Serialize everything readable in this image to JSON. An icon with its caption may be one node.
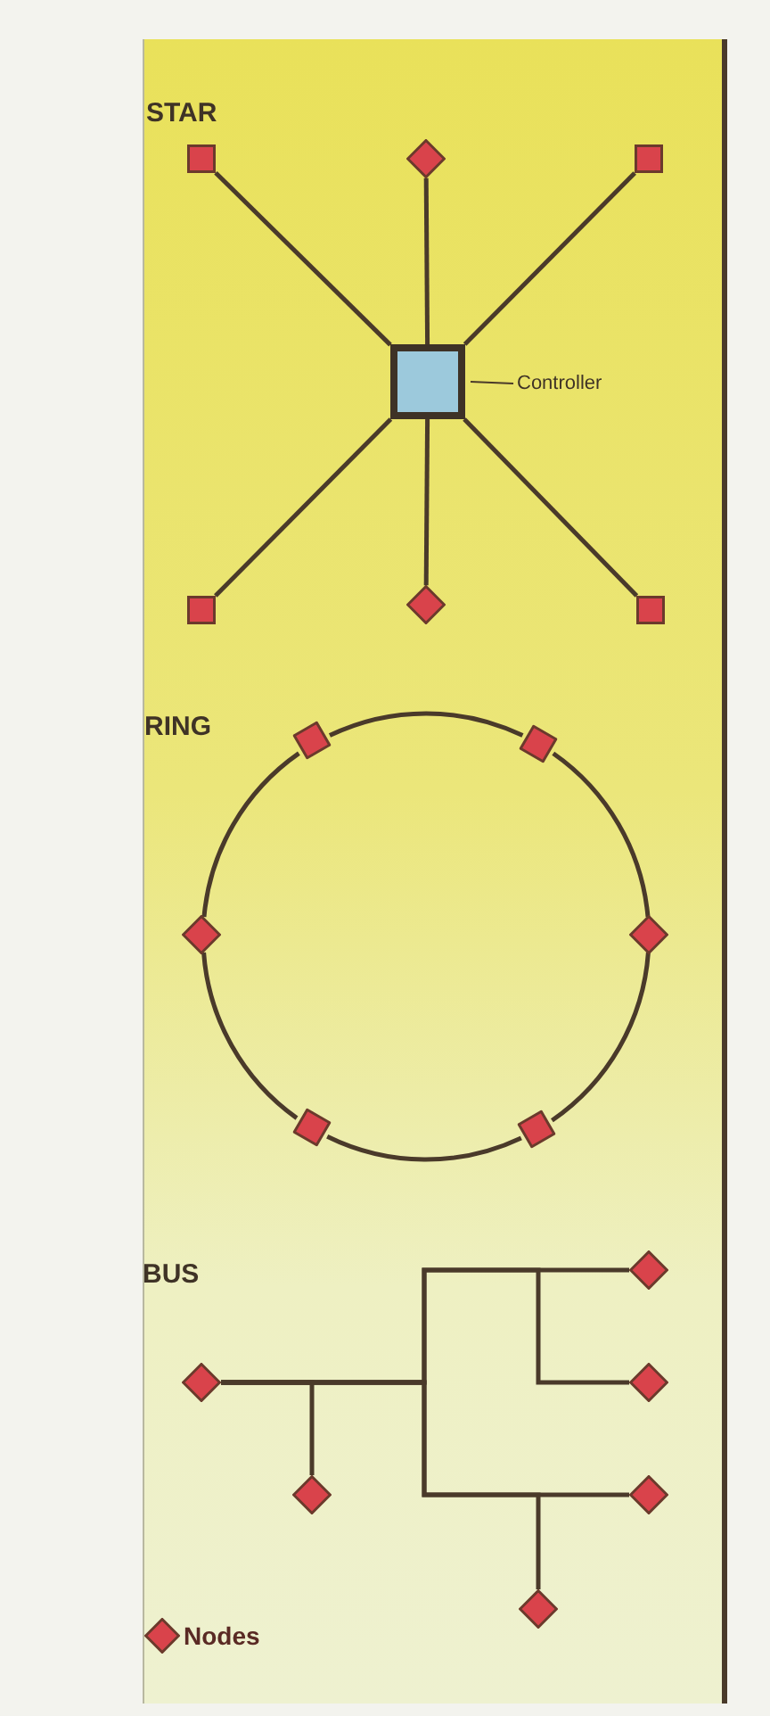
{
  "diagram": {
    "nodes": [
      {
        "text": [],
        "shape": "box"
      },
      {
        "text": [],
        "shape": "diamond"
      },
      {
        "text": [],
        "shape": "box"
      },
      {
        "text": [],
        "shape": "box"
      },
      {
        "text": [
          "Controller"
        ]
      },
      {
        "text": [],
        "shape": "box"
      },
      {
        "text": [],
        "shape": "diamond"
      },
      {
        "text": [],
        "shape": "box"
      },
      {
        "text": [],
        "shape": "diamond"
      },
      {
        "text": [],
        "shape": "diamond"
      },
      {
        "text": [],
        "shape": "diamond"
      },
      {
        "text": [],
        "shape": "diamond"
      },
      {
        "text": [],
        "shape": "diamond"
      },
      {
        "text": [],
        "shape": "diamond"
      },
      {
        "text": [],
        "shape": "diamond"
      },
      {
        "text": [],
        "shape": "diamond"
      },
      {
        "text": [],
        "shape": "diamond"
      },
      {
        "text": [],
        "shape": "diamond"
      },
      {
        "text": [],
        "shape": "diamond"
      },
      {
        "text": [],
        "shape": "diamond"
      }
    ],
    "edges": [
      {
        "from": 3,
        "to": 0,
        "arrow": "none"
      },
      {
        "from": 3,
        "to": 1,
        "arrow": "none"
      },
      {
        "from": 3,
        "to": 2,
        "arrow": "none"
      },
      {
        "from": 3,
        "to": 5,
        "arrow": "none"
      },
      {
        "from": 3,
        "to": 6,
        "arrow": "none"
      },
      {
        "from": 3,
        "to": 7,
        "arrow": "none"
      },
      {
        "from": 4,
        "to": 3,
        "arrow": "none"
      },
      {
        "from": 8,
        "to": 9,
        "arrow": "none"
      },
      {
        "from": 9,
        "to": 11,
        "arrow": "none"
      },
      {
        "from": 11,
        "to": 13,
        "arrow": "none"
      },
      {
        "from": 13,
        "to": 12,
        "arrow": "none"
      },
      {
        "from": 12,
        "to": 10,
        "arrow": "none"
      },
      {
        "from": 10,
        "to": 8,
        "arrow": "none"
      },
      {
        "from": 15,
        "to": 14,
        "arrow": "none"
      },
      {
        "from": 15,
        "to": 16,
        "arrow": "none"
      },
      {
        "from": 15,
        "to": 17,
        "arrow": "none"
      },
      {
        "from": 15,
        "to": 18,
        "arrow": "none"
      },
      {
        "from": 15,
        "to": 19,
        "arrow": "none"
      }
    ],
    "labels": [
      "STAR",
      "RING",
      "BUS"
    ],
    "legend": [
      {
        "text": "Nodes"
      }
    ]
  }
}
